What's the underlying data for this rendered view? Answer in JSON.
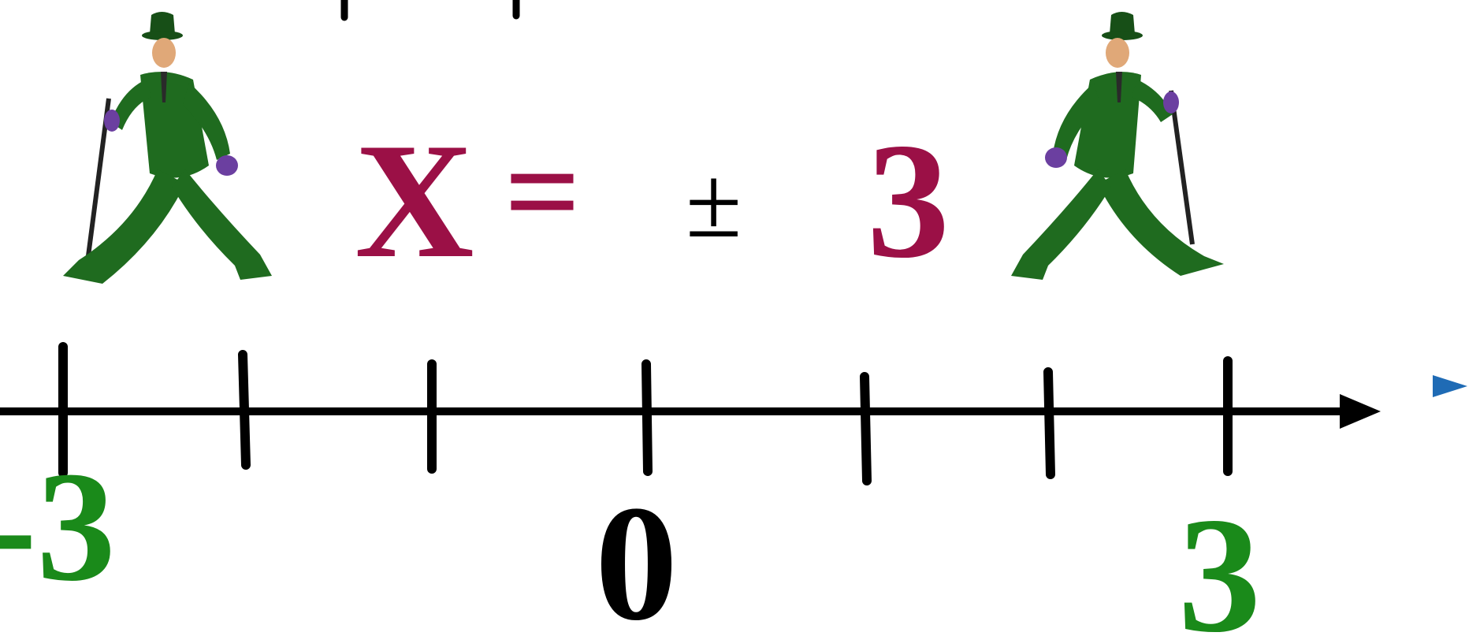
{
  "equation": {
    "variable": "X",
    "equals": "=",
    "plus_minus": "±",
    "value": "3"
  },
  "number_line": {
    "labels": {
      "left": "-3",
      "center": "0",
      "right": "3"
    },
    "tick_count": 7
  },
  "colors": {
    "equation": "#9b1046",
    "labels_green": "#1a8a1a",
    "label_black": "#000000",
    "figure_suit": "#1f6b1f",
    "figure_gloves": "#6b3fa0",
    "bullet": "#1f6bb5"
  },
  "icons": {
    "left_figure": "walking-man-icon",
    "right_figure": "walking-man-icon",
    "bullet": "triangle-bullet-icon"
  }
}
